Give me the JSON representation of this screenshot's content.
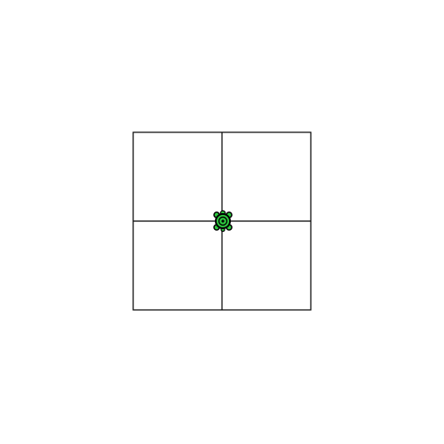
{
  "board": {
    "rows": 2,
    "cols": 2,
    "line_color": "#000000",
    "background": "#ffffff"
  },
  "player": {
    "type": "turtle",
    "icon": "turtle-icon",
    "row": 1,
    "col": 1,
    "position": "center",
    "body_color": "#2ecc40",
    "outline_color": "#000000"
  }
}
